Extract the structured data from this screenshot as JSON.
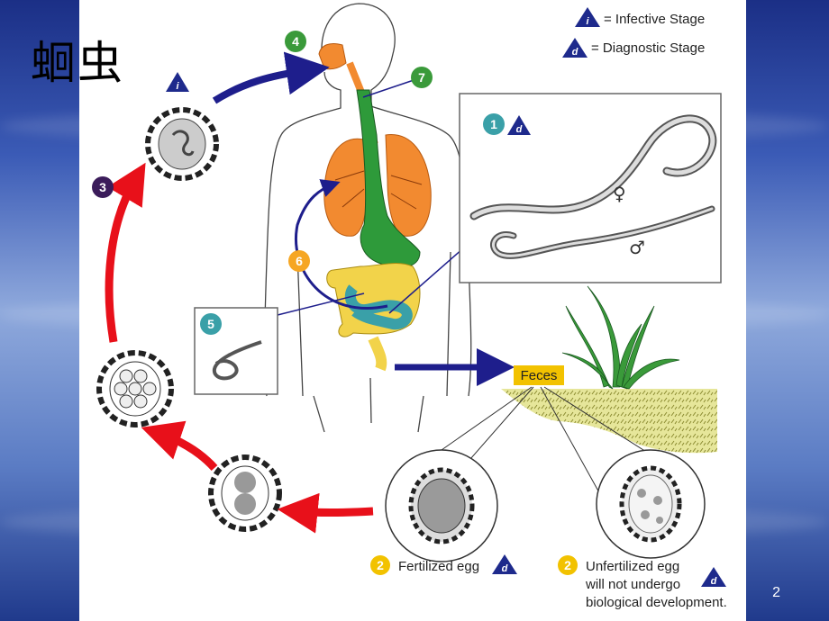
{
  "title": "蛔虫",
  "page_number": "2",
  "legend": {
    "infective_symbol": "i",
    "infective_label": "= Infective Stage",
    "diagnostic_symbol": "d",
    "diagnostic_label": "= Diagnostic Stage"
  },
  "steps": {
    "s1": "1",
    "s2": "2",
    "s3": "3",
    "s4": "4",
    "s5": "5",
    "s6": "6",
    "s7": "7"
  },
  "labels": {
    "feces": "Feces",
    "fertilized_egg": "Fertilized egg",
    "unfertilized_line1": "Unfertilized egg",
    "unfertilized_line2": "will not undergo",
    "unfertilized_line3": "biological development.",
    "female_symbol": "♀",
    "male_symbol": "♂"
  },
  "colors": {
    "step_green": "#3a9a3a",
    "step_orange": "#f6a623",
    "step_teal": "#3aa0a8",
    "step_purple": "#3b1c5a",
    "step_yellow": "#f2c200",
    "arrow_navy": "#1e1e8c",
    "arrow_red": "#e8101a",
    "triangle": "#1e2a8c"
  }
}
